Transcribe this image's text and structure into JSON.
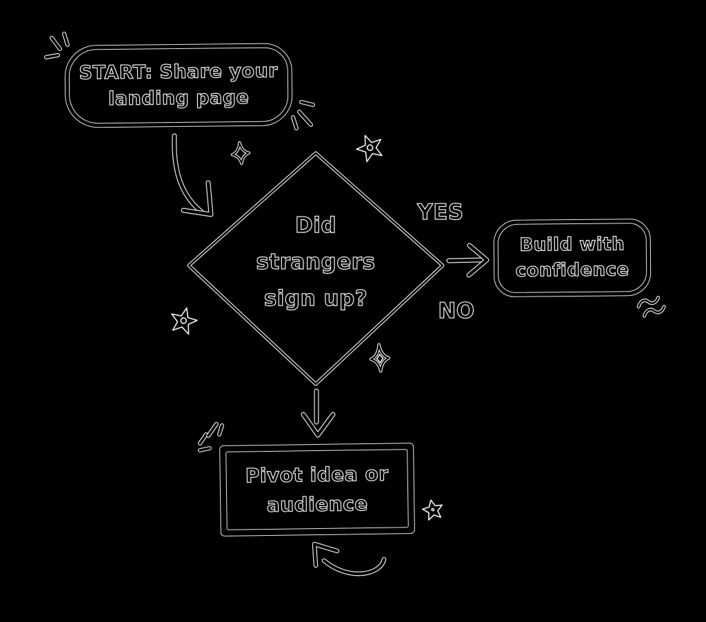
{
  "scene": {
    "background_color": "#000000",
    "ink_color": "#ededed",
    "style": "hand-drawn doodle flowchart, hollow white outlines on black"
  },
  "start_box": {
    "line1": "START: Share your",
    "line2": "landing page"
  },
  "decision_diamond": {
    "line1": "Did",
    "line2": "strangers",
    "line3": "sign up?"
  },
  "branch_labels": {
    "yes": "YES",
    "no": "NO"
  },
  "build_box": {
    "line1": "Build with",
    "line2": "confidence"
  },
  "pivot_box": {
    "line1": "Pivot idea or",
    "line2": "audience"
  },
  "decorations": {
    "icons": [
      "sparkle-icon",
      "star-icon",
      "star-icon",
      "sparkle-icon",
      "star-icon",
      "squiggle-icon",
      "emphasis-dashes-icon",
      "emphasis-dashes-icon",
      "emphasis-dashes-icon"
    ]
  }
}
